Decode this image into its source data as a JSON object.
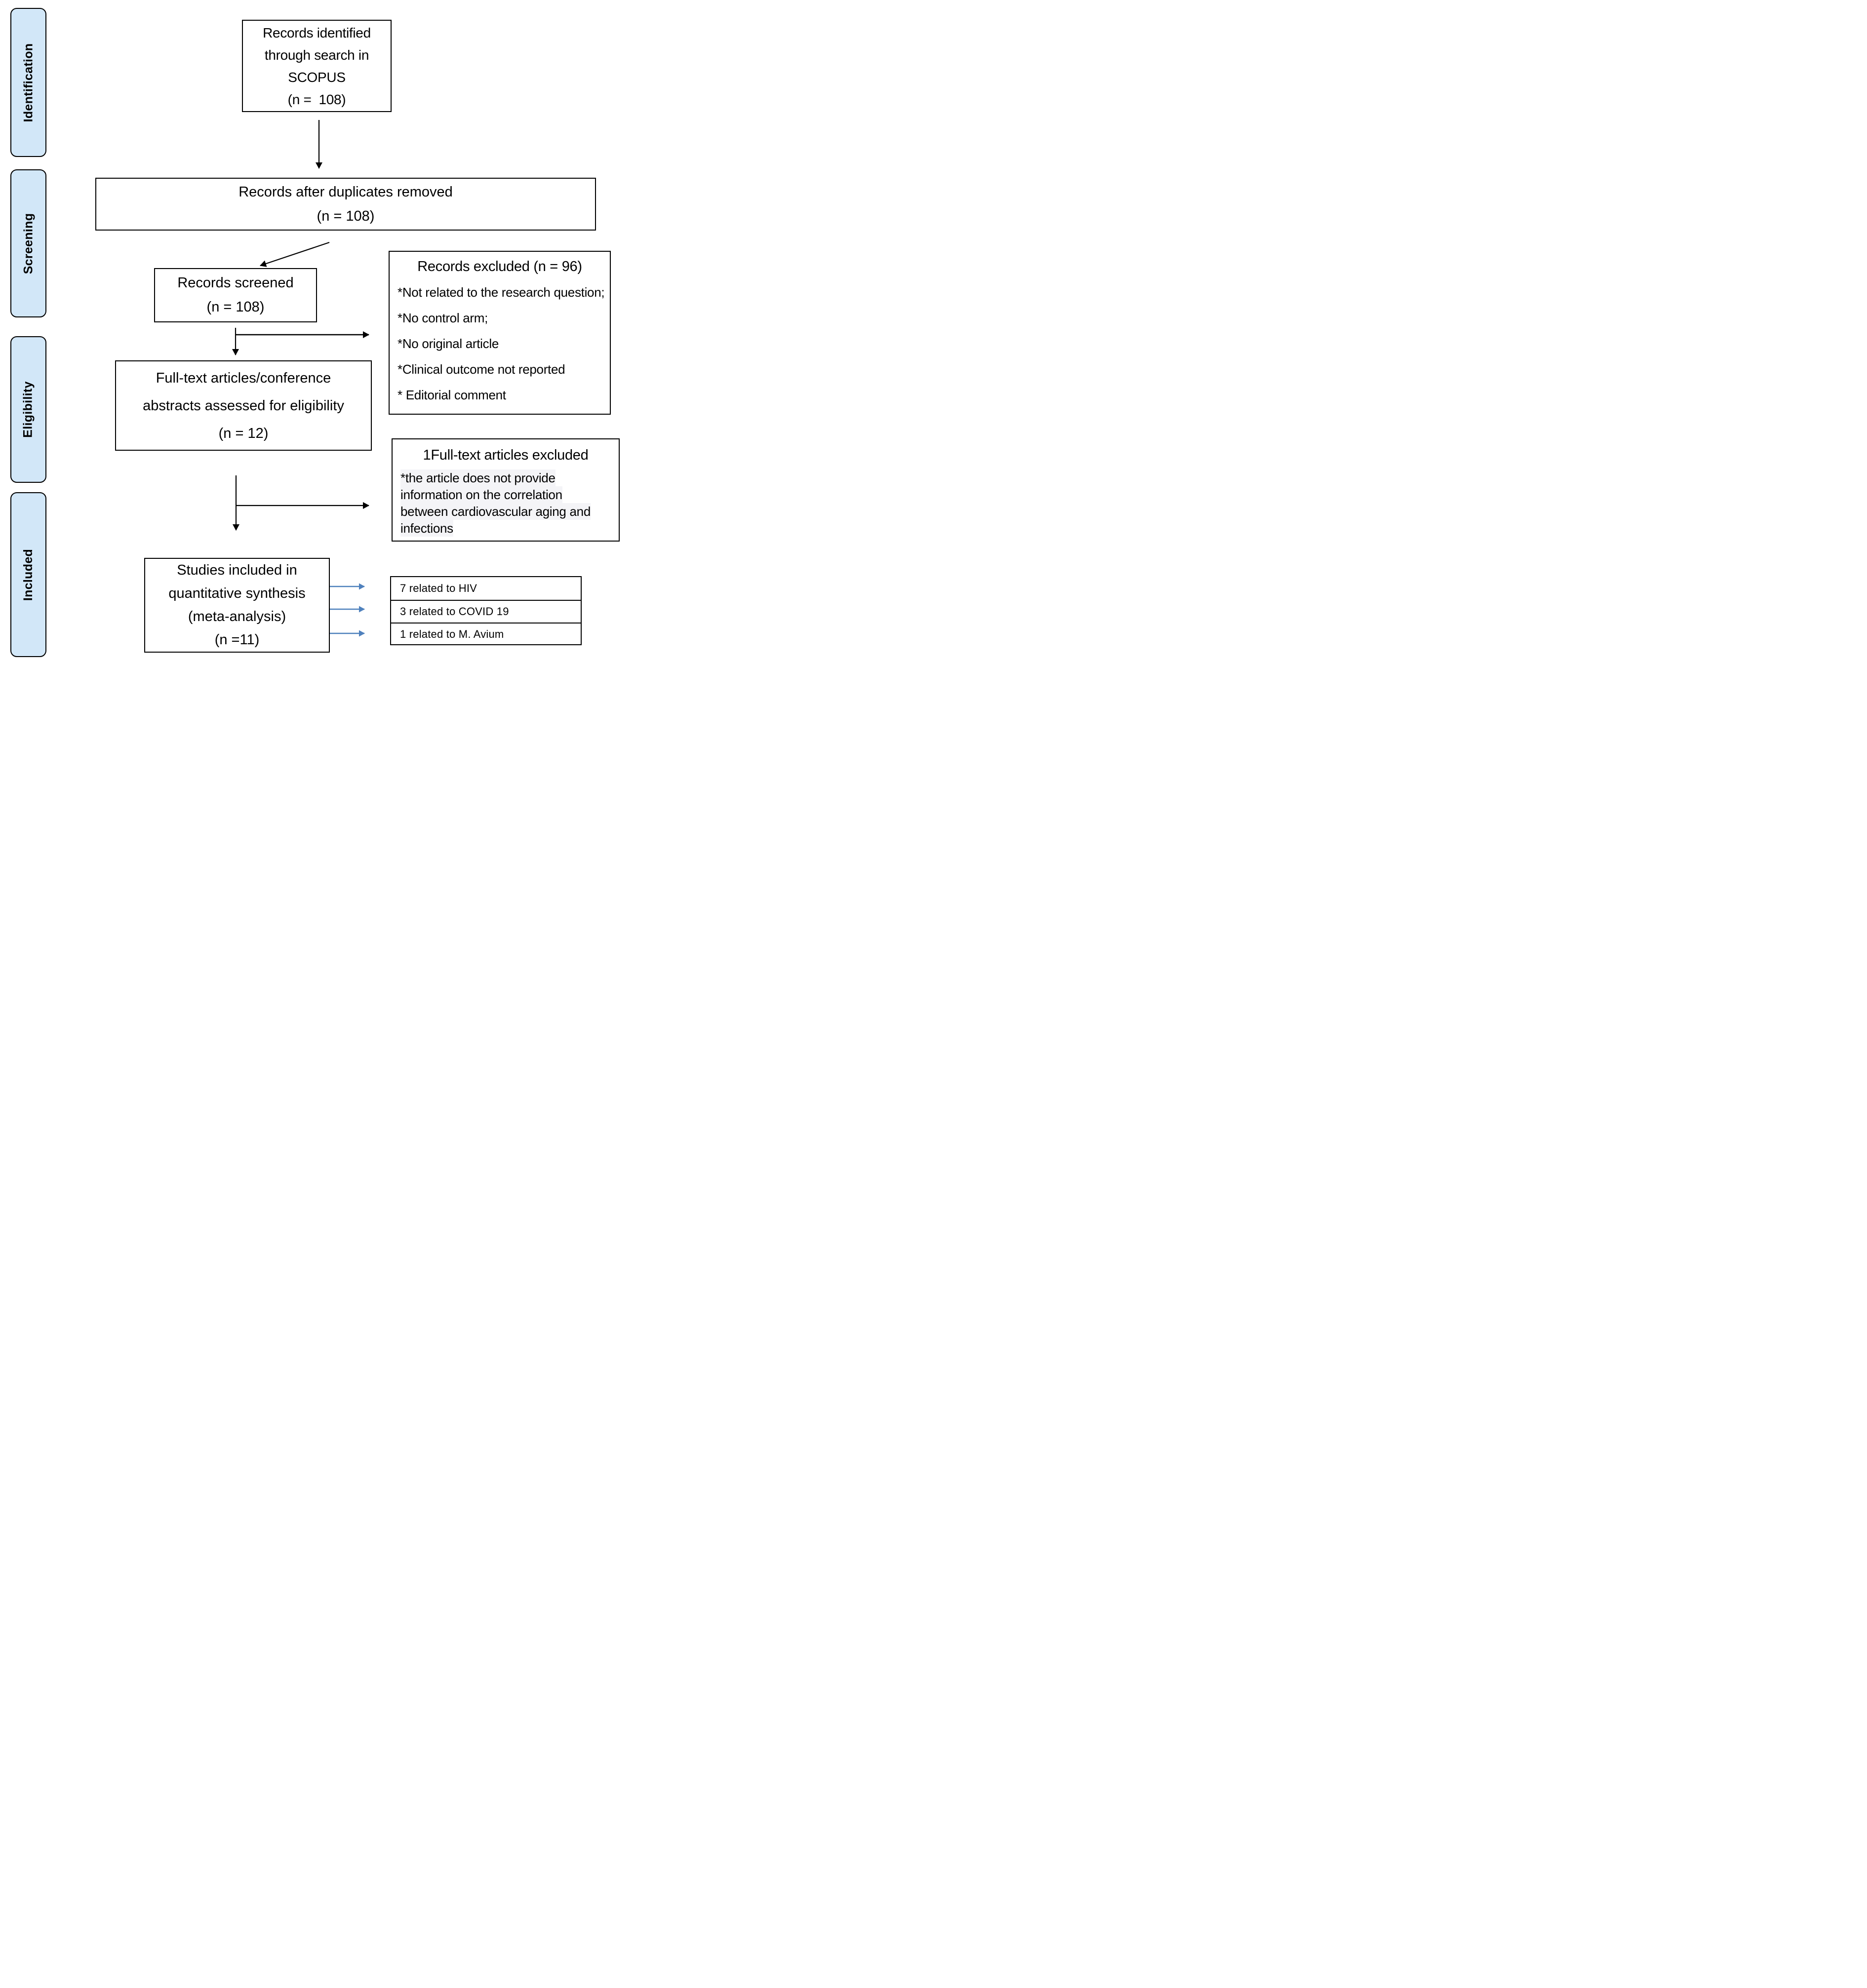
{
  "diagram_title": "PRISMA study selection flow",
  "sidebar": {
    "stages": [
      {
        "label": "Identification"
      },
      {
        "label": "Screening"
      },
      {
        "label": "Eligibility"
      },
      {
        "label": "Included"
      }
    ]
  },
  "flow": {
    "identified": {
      "lines": [
        "Records identified",
        "through search in",
        "SCOPUS",
        "(n =  108)"
      ]
    },
    "deduplicated": {
      "lines": [
        "Records after duplicates removed",
        "(n = 108)"
      ]
    },
    "screened": {
      "lines": [
        "Records screened",
        "(n = 108)"
      ]
    },
    "fulltext": {
      "lines": [
        "Full-text articles/conference",
        "abstracts assessed for eligibility",
        "(n = 12)"
      ]
    },
    "included": {
      "lines": [
        "Studies included in",
        "quantitative synthesis",
        "(meta-analysis)",
        "(n =11)"
      ]
    }
  },
  "exclusions": {
    "records_excluded": {
      "title": "Records excluded (n = 96)",
      "reasons": [
        "*Not related to the research question;",
        "*No control arm;",
        "*No original article",
        "*Clinical outcome not reported",
        "* Editorial comment"
      ]
    },
    "fulltext_excluded": {
      "title": "1Full-text articles excluded",
      "reason": "*the article does not provide information on the correlation between cardiovascular aging and infections"
    }
  },
  "included_breakdown": {
    "rows": [
      {
        "label": "7 related to HIV"
      },
      {
        "label": "3 related to COVID 19"
      },
      {
        "label": "1 related to M. Avium"
      }
    ]
  },
  "colors": {
    "stage_fill": "#d2e7f8",
    "arrow_black": "#000000",
    "arrow_blue": "#4f81bd",
    "highlight": "#f4f4f7"
  }
}
